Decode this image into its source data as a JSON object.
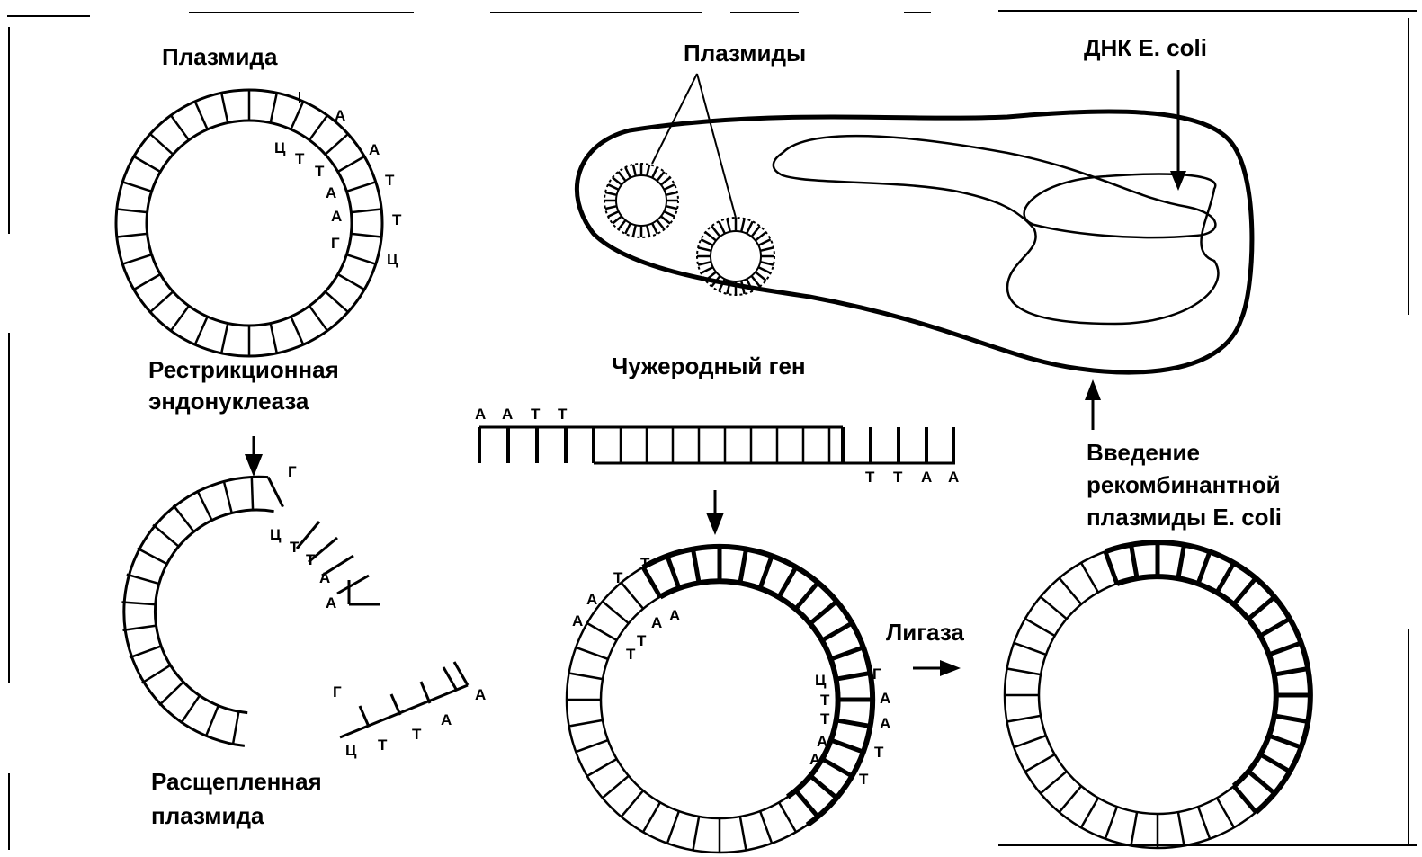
{
  "labels": {
    "plasmid": "Плазмида",
    "restriction_line1": "Рестрикционная",
    "restriction_line2": "эндонуклеаза",
    "cleaved_line1": "Расщепленная",
    "cleaved_line2": "плазмида",
    "plasmids": "Плазмиды",
    "ecoli_dna": "ДНК E. coli",
    "foreign_gene": "Чужеродный ген",
    "intro_line1": "Введение",
    "intro_line2": "рекомбинантной",
    "intro_line3": "плазмиды E. coli",
    "ligase": "Лигаза"
  },
  "sequences": {
    "plasmid_inner": [
      "Ц",
      "Т",
      "Т",
      "А",
      "А",
      "Г"
    ],
    "plasmid_outer": [
      "А",
      "А",
      "Т",
      "Т",
      "Ц"
    ],
    "cleaved_top_g": "Г",
    "cleaved_top_strand": [
      "Ц",
      "Т",
      "Т",
      "А",
      "А"
    ],
    "cleaved_bottom_g": "Г",
    "cleaved_bottom_strand": [
      "Ц",
      "Т",
      "Т",
      "А",
      "А"
    ],
    "gene_left": [
      "А",
      "А",
      "Т",
      "Т"
    ],
    "gene_right": [
      "Т",
      "Т",
      "А",
      "А"
    ],
    "recombinant_left_outer": [
      "А",
      "А",
      "Т",
      "Т"
    ],
    "recombinant_left_inner": [
      "Т",
      "Т",
      "А",
      "А"
    ],
    "recombinant_right_inner": [
      "Ц",
      "Т",
      "Т",
      "А",
      "А"
    ],
    "recombinant_right_outer": [
      "Г",
      "А",
      "А",
      "Т",
      "Т"
    ]
  },
  "colors": {
    "ink": "#000000",
    "background": "#ffffff"
  }
}
